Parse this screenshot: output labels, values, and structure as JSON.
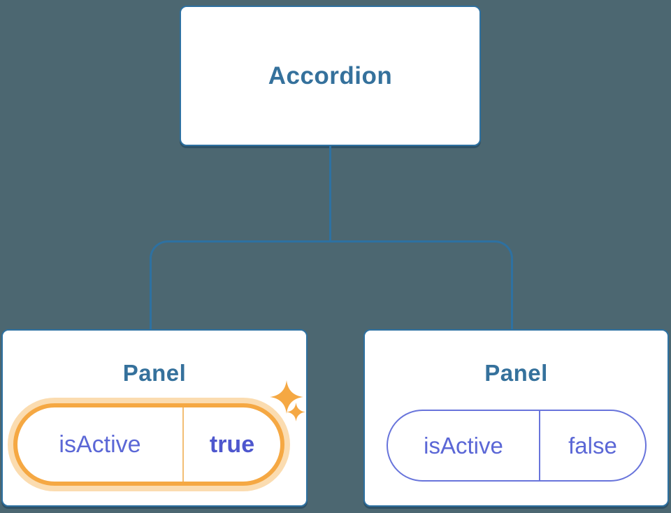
{
  "diagram": {
    "root": {
      "label": "Accordion"
    },
    "panels": [
      {
        "label": "Panel",
        "prop": {
          "key": "isActive",
          "value": "true"
        },
        "highlighted": true
      },
      {
        "label": "Panel",
        "prop": {
          "key": "isActive",
          "value": "false"
        },
        "highlighted": false
      }
    ]
  },
  "colors": {
    "background": "#4C6771",
    "node_border": "#2E71A1",
    "node_title": "#35719C",
    "prop_text": "#5B67D6",
    "prop_value_active": "#4E57CE",
    "highlight_orange": "#F5A843",
    "highlight_halo": "#FBDCB0",
    "highlight_divider": "#F2BE74",
    "pill_border_purple": "#6874DB"
  },
  "icons": {
    "sparkle": "four-point-star"
  }
}
